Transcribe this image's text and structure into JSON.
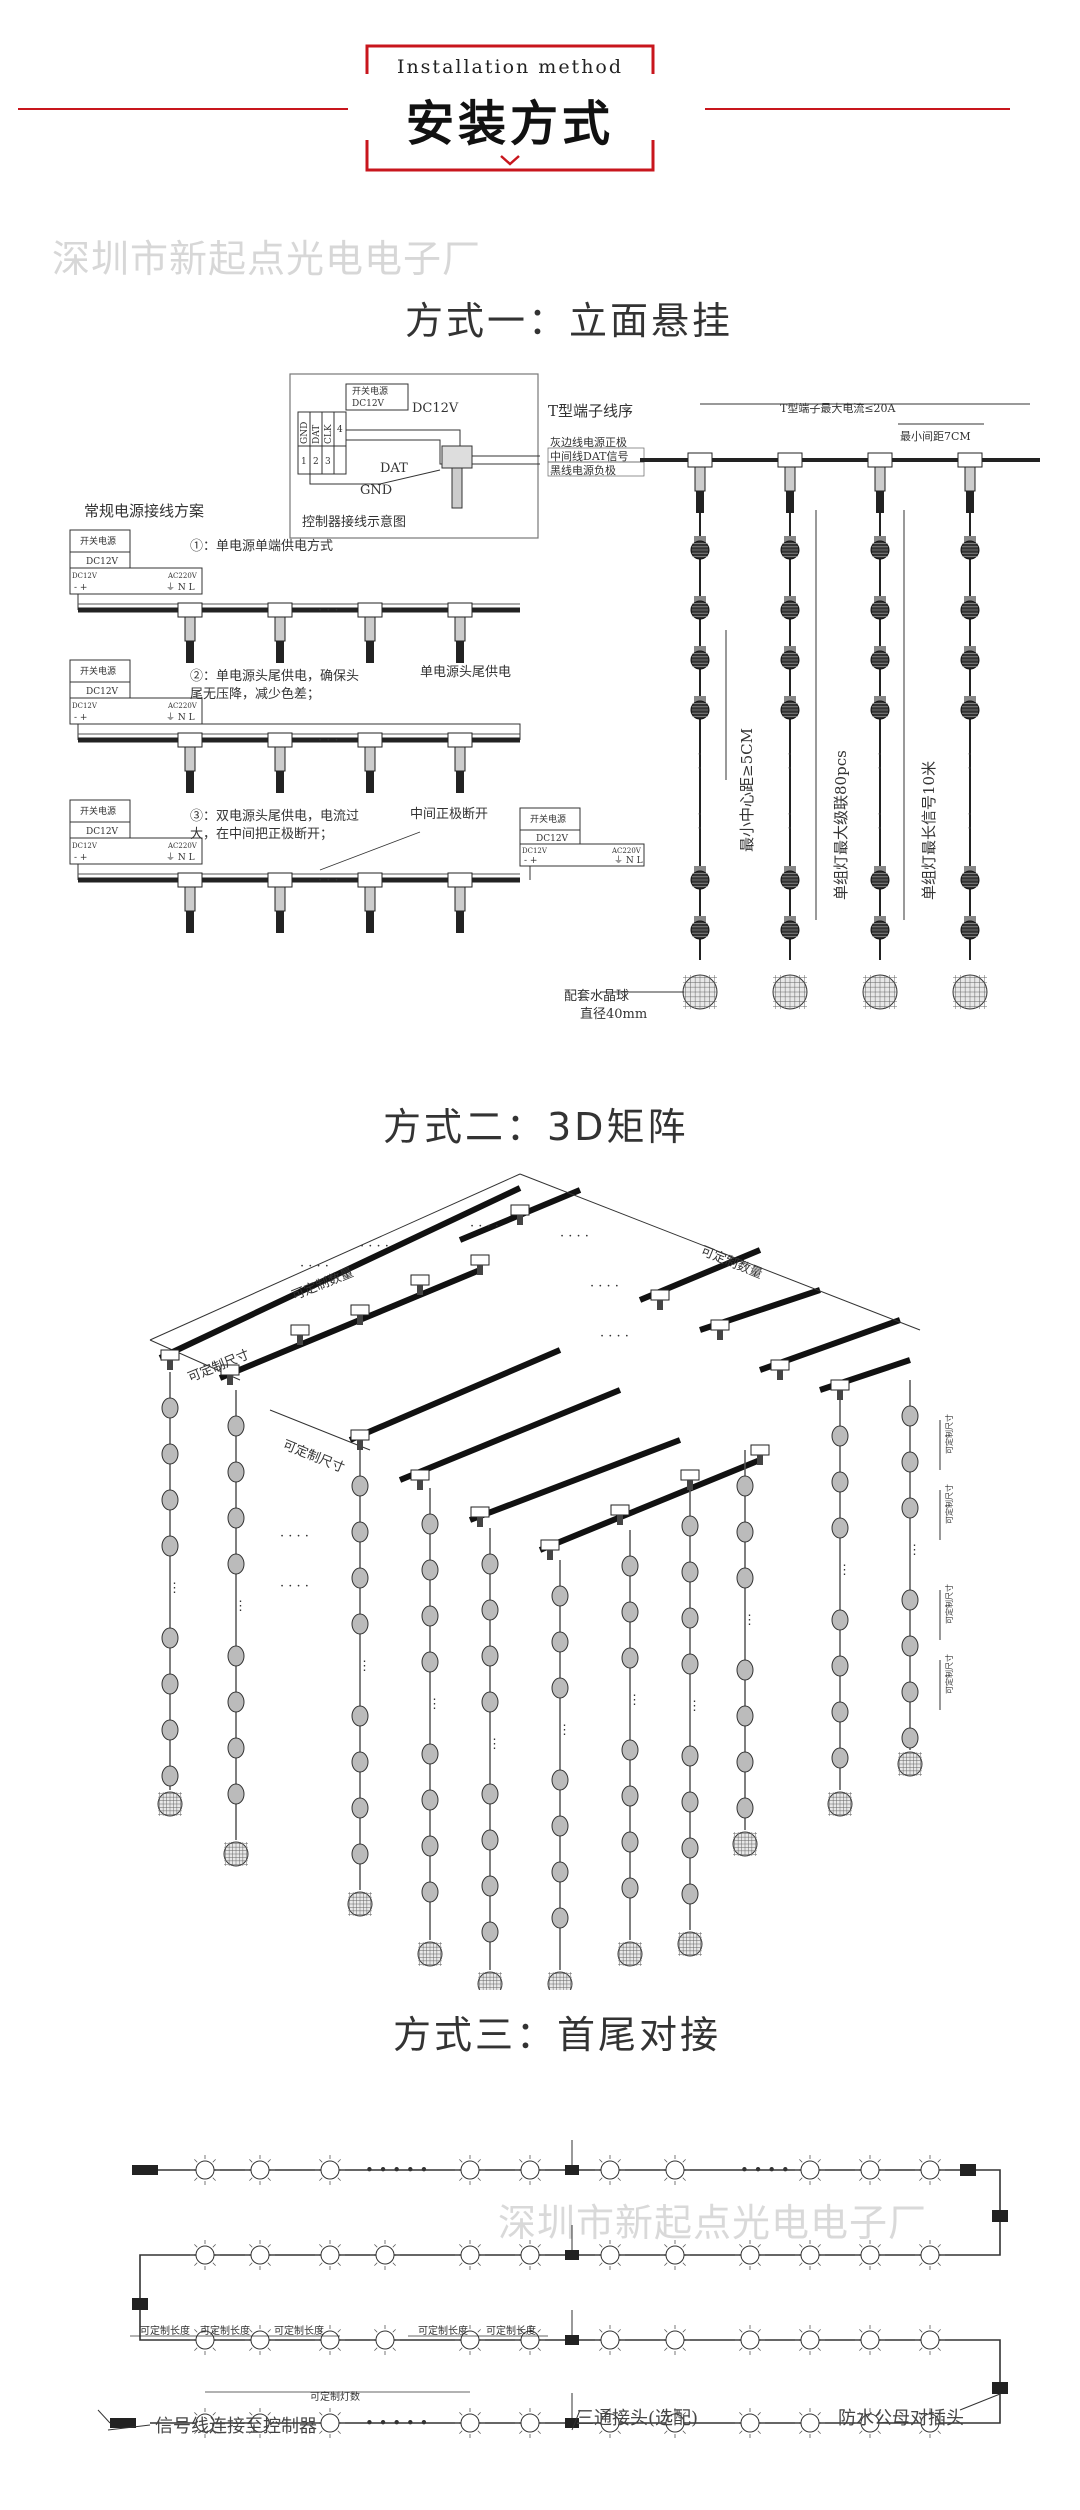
{
  "header": {
    "subtitle_en": "Installation method",
    "title_cn": "安装方式",
    "accent_color": "#c8161d"
  },
  "watermark": "深圳市新起点光电电子厂",
  "section1": {
    "title": "方式一：立面悬挂",
    "controller_box": {
      "caption": "控制器接线示意图",
      "psu_title": "开关电源",
      "psu_voltage": "DC12V",
      "pins": [
        "GND",
        "DAT",
        "CLK"
      ],
      "pin_numbers": [
        "1",
        "2",
        "3",
        "4"
      ],
      "dc_label": "DC12V",
      "dat_label": "DAT",
      "gnd_label": "GND"
    },
    "t_terminal": {
      "title": "T型端子线序",
      "lines": [
        "灰边线电源正极",
        "中间线DAT信号",
        "黑线电源负极"
      ]
    },
    "power_scheme_title": "常规电源接线方案",
    "psu": {
      "title": "开关电源",
      "voltage": "DC12V",
      "dc_side": "DC12V",
      "ac_side": "AC220V",
      "terminals_left": "-  +",
      "terminals_right": "⏚ N L"
    },
    "schemes": [
      {
        "num": "①",
        "text": "：单电源单端供电方式"
      },
      {
        "num": "②",
        "text": "：单电源头尾供电，确保头",
        "text2": "尾无压降，减少色差；",
        "side_label": "单电源头尾供电"
      },
      {
        "num": "③",
        "text": "：双电源头尾供电，电流过",
        "text2": "大，在中间把正极断开；",
        "side_label": "中间正极断开"
      }
    ],
    "hanging": {
      "max_current": "T型端子最大电流≤20A",
      "min_spacing": "最小间距7CM",
      "min_center": "最小中心距≥5CM",
      "max_cascade": "单组灯最大级联80pcs",
      "max_length": "单组灯最长信号10米",
      "ball_label_1": "配套水晶球",
      "ball_label_2": "直径40mm"
    }
  },
  "section2": {
    "title": "方式二：3D矩阵",
    "custom_qty": "可定制数量",
    "custom_size": "可定制尺寸"
  },
  "section3": {
    "title": "方式三：首尾对接",
    "custom_length": "可定制长度",
    "custom_count": "可定制灯数",
    "signal_label": "信号线连接至控制器",
    "tee_label": "三通接头(选配)",
    "plug_label": "防水公母对插头"
  }
}
